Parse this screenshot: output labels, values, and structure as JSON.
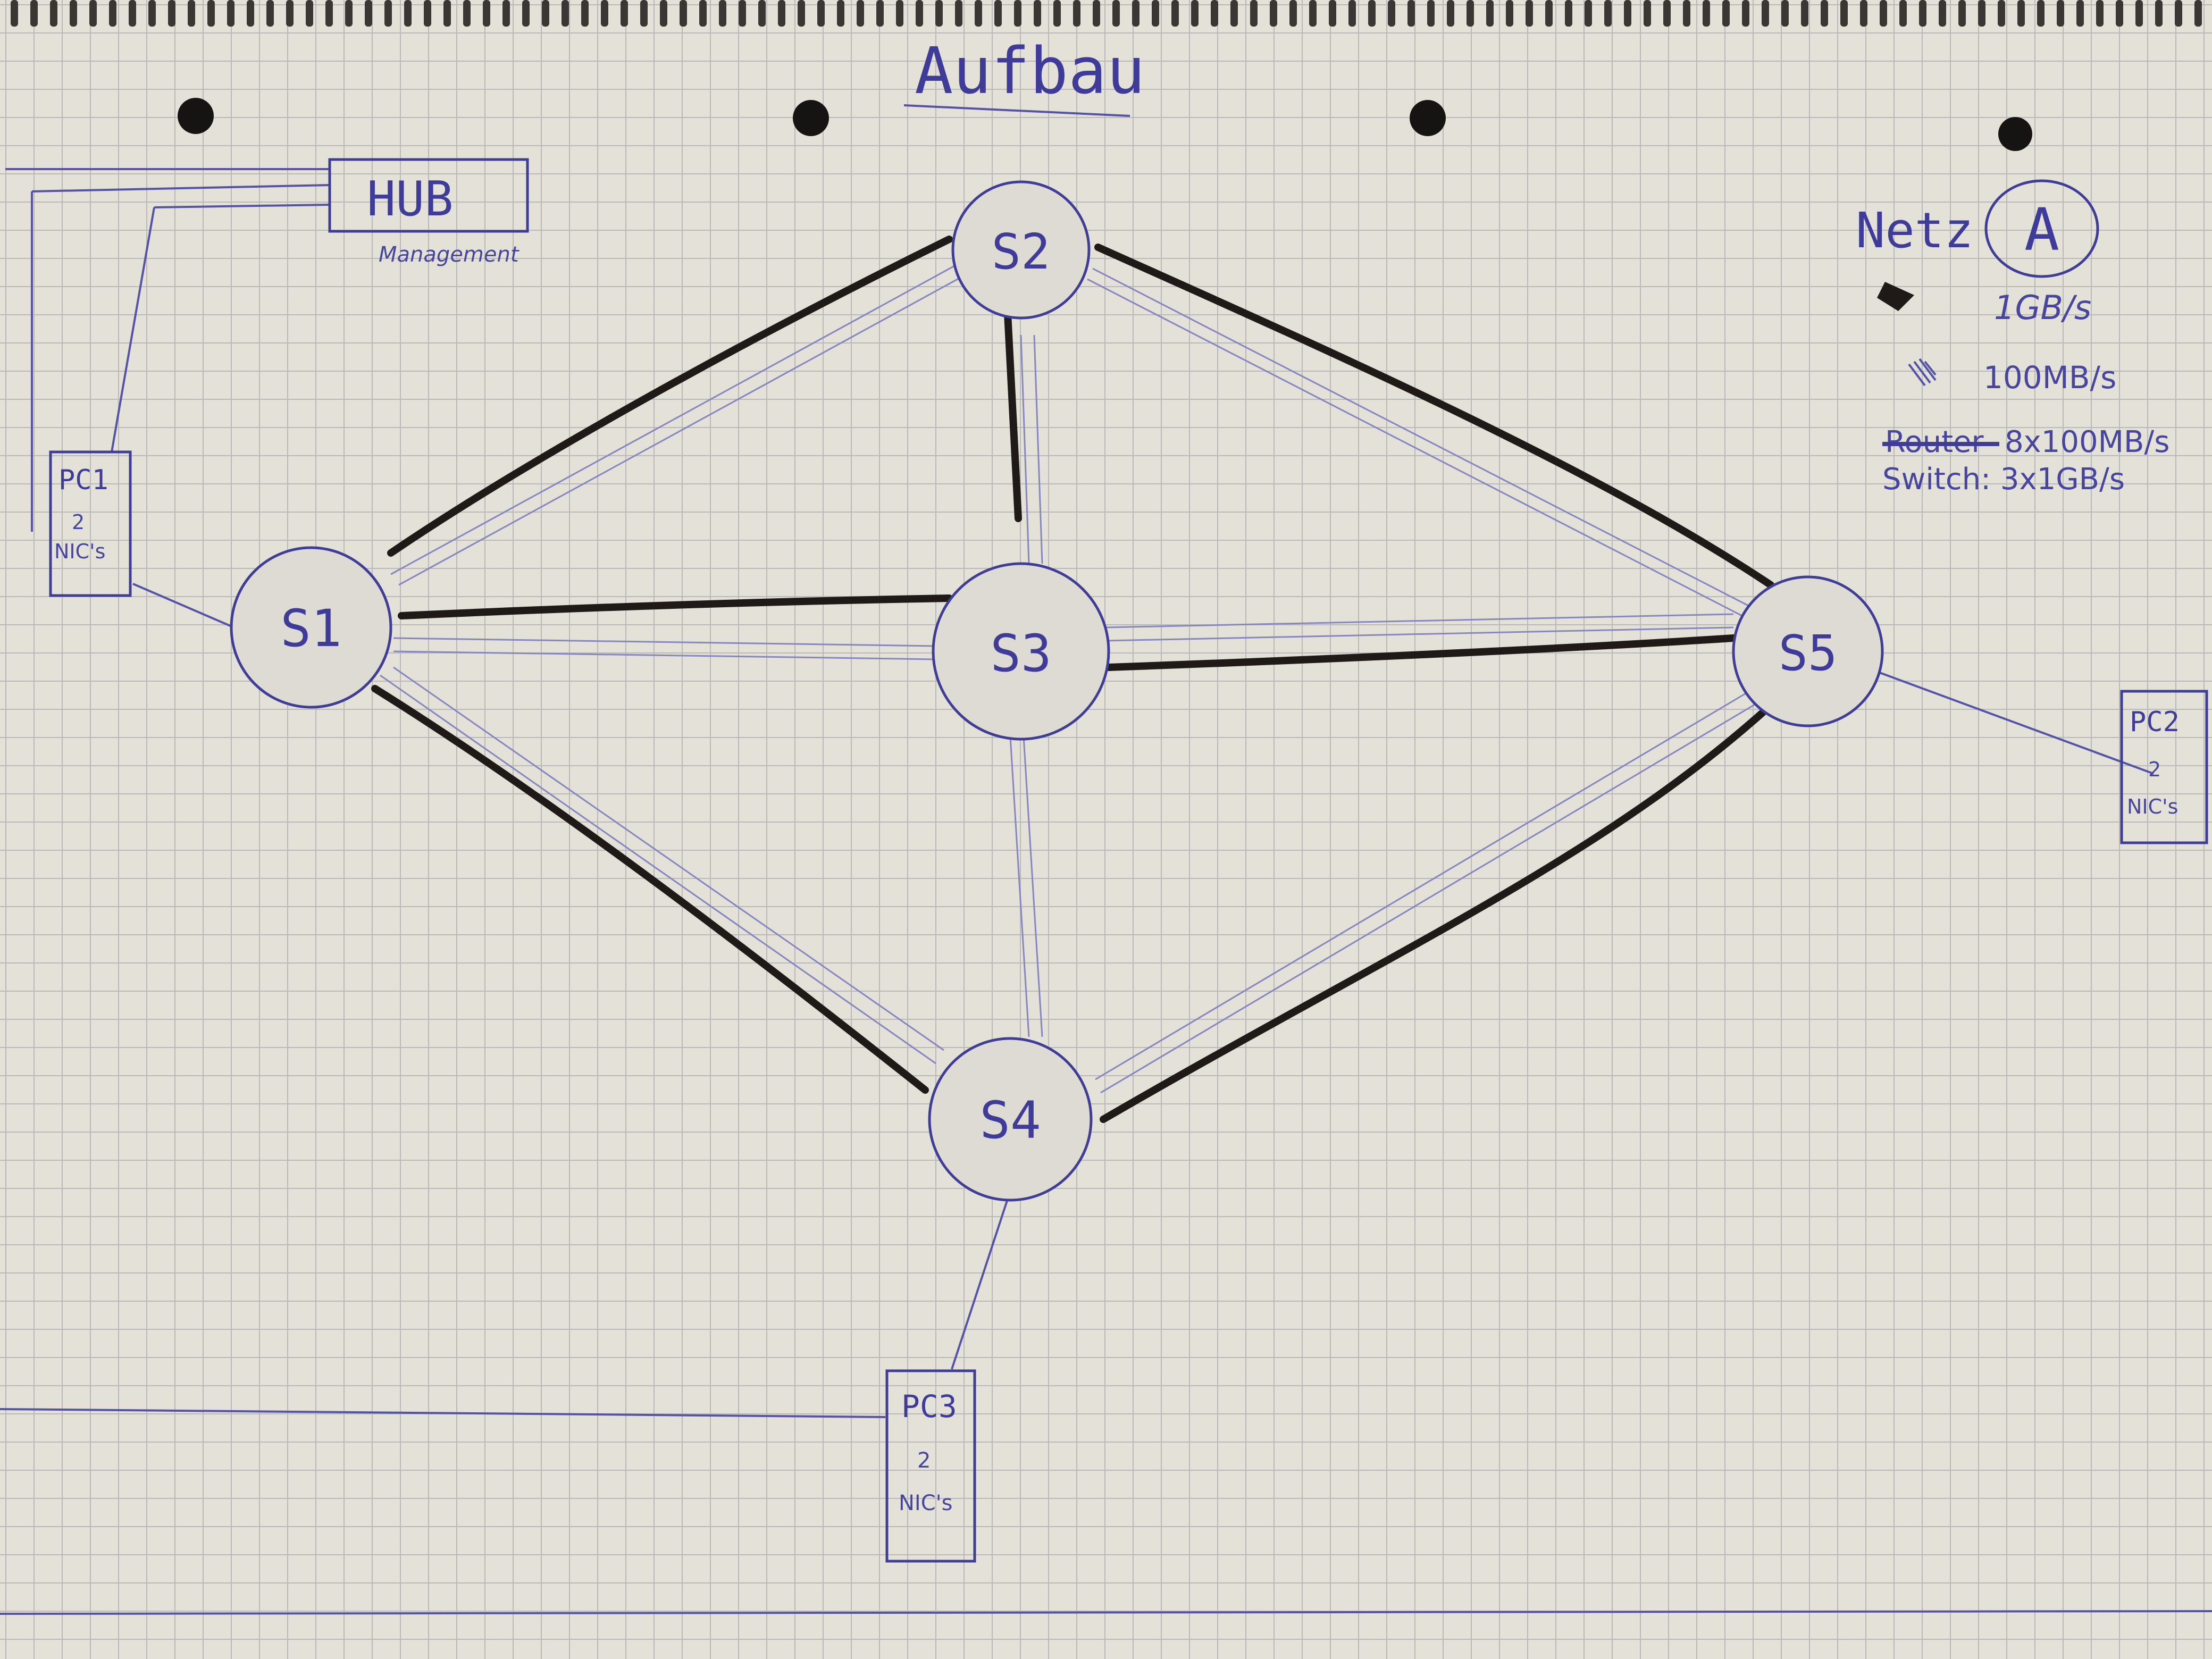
{
  "title": "Aufbau",
  "hub": {
    "label": "HUB",
    "sublabel": "Management"
  },
  "switches": [
    {
      "id": "s1",
      "label": "S1"
    },
    {
      "id": "s2",
      "label": "S2"
    },
    {
      "id": "s3",
      "label": "S3"
    },
    {
      "id": "s4",
      "label": "S4"
    },
    {
      "id": "s5",
      "label": "S5"
    }
  ],
  "pcs": [
    {
      "id": "pc1",
      "label": "PC1",
      "nics_count": "2",
      "nics_label": "NIC's"
    },
    {
      "id": "pc2",
      "label": "PC2",
      "nics_count": "2",
      "nics_label": "NIC's"
    },
    {
      "id": "pc3",
      "label": "PC3",
      "nics_count": "2",
      "nics_label": "NIC's"
    }
  ],
  "links": [
    {
      "from": "s1",
      "to": "s2",
      "types": [
        "1GB/s",
        "100MB/s"
      ]
    },
    {
      "from": "s1",
      "to": "s3",
      "types": [
        "1GB/s",
        "100MB/s"
      ]
    },
    {
      "from": "s1",
      "to": "s4",
      "types": [
        "1GB/s",
        "100MB/s"
      ]
    },
    {
      "from": "s2",
      "to": "s3",
      "types": [
        "1GB/s",
        "100MB/s"
      ]
    },
    {
      "from": "s2",
      "to": "s5",
      "types": [
        "1GB/s",
        "100MB/s"
      ]
    },
    {
      "from": "s3",
      "to": "s5",
      "types": [
        "1GB/s",
        "100MB/s"
      ]
    },
    {
      "from": "s3",
      "to": "s4",
      "types": [
        "100MB/s"
      ]
    },
    {
      "from": "s4",
      "to": "s5",
      "types": [
        "1GB/s",
        "100MB/s"
      ]
    },
    {
      "from": "pc1",
      "to": "s1",
      "types": [
        "single"
      ]
    },
    {
      "from": "pc2",
      "to": "s5",
      "types": [
        "single"
      ]
    },
    {
      "from": "pc3",
      "to": "s4",
      "types": [
        "single"
      ]
    },
    {
      "from": "hub",
      "to": "pc1",
      "types": [
        "management"
      ]
    }
  ],
  "legend": {
    "netz_label": "Netz",
    "netz_id": "A",
    "thick_label": "1GB/s",
    "double_label": "100MB/s",
    "router_struck": "Router",
    "router_label": "8x100MB/s",
    "switch_label": "Switch: 3x1GB/s"
  },
  "colors": {
    "paper": "#e4e1d9",
    "grid": "#b9b8bb",
    "ink_blue": "#3f3d95",
    "ink_black": "#1f1a18"
  }
}
